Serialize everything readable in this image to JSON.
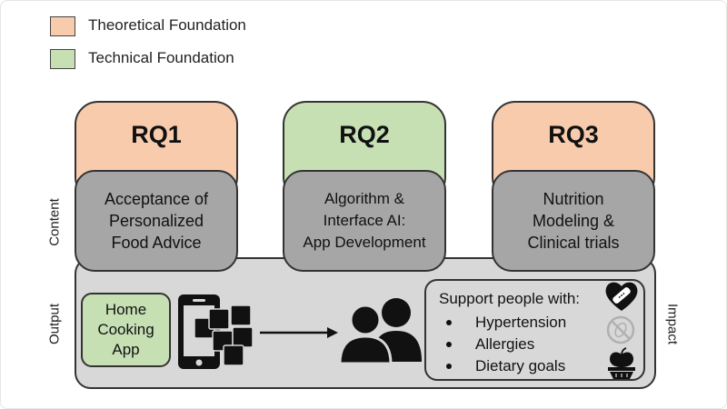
{
  "legend": [
    {
      "label": "Theoretical Foundation",
      "color": "#f8cbad"
    },
    {
      "label": "Technical Foundation",
      "color": "#c6e0b4"
    }
  ],
  "columns": [
    {
      "id": "RQ1",
      "color": "#f8cbad",
      "lines": [
        "Acceptance of",
        "Personalized",
        "Food Advice"
      ]
    },
    {
      "id": "RQ2",
      "color": "#c6e0b4",
      "lines": [
        "Algorithm &",
        "Interface AI:",
        "App Development"
      ]
    },
    {
      "id": "RQ3",
      "color": "#f8cbad",
      "lines": [
        "Nutrition",
        "Modeling &",
        "Clinical trials"
      ]
    }
  ],
  "side_labels": {
    "content": "Content",
    "output": "Output",
    "impact": "Impact"
  },
  "output": {
    "app_lines": [
      "Home",
      "Cooking",
      "App"
    ],
    "support_title": "Support people with:",
    "support_items": [
      "Hypertension",
      "Allergies",
      "Dietary goals"
    ]
  },
  "colors": {
    "panel_gray": "#d8d8d8",
    "body_gray": "#a6a6a6",
    "outline": "#333333"
  },
  "icons": [
    "phone-app-icon",
    "arrow-icon",
    "people-icon",
    "heart-bandage-icon",
    "no-allergen-icon",
    "apple-scale-icon"
  ]
}
